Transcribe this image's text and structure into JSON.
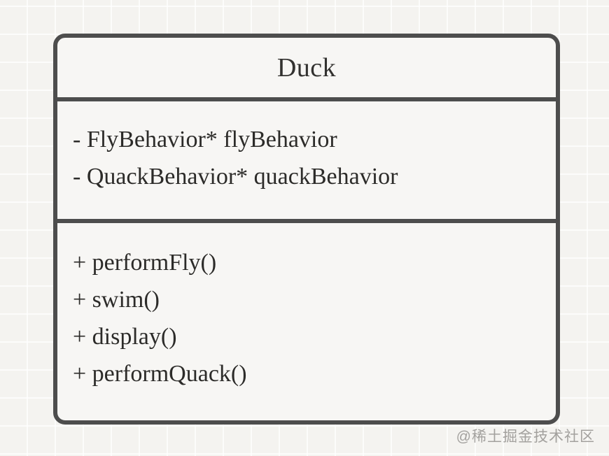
{
  "diagram": {
    "type": "uml-class",
    "class_name": "Duck",
    "attributes": [
      "- FlyBehavior* flyBehavior",
      "- QuackBehavior* quackBehavior"
    ],
    "methods": [
      "+ performFly()",
      "+ swim()",
      "+ display()",
      "+ performQuack()"
    ]
  },
  "watermark": "@稀土掘金技术社区",
  "colors": {
    "page_background": "#f4f3f0",
    "grid_line": "#fbfaf9",
    "box_background": "#f7f6f4",
    "box_border": "#4d4d4d",
    "text": "#2c2b29",
    "watermark_text": "#a3a19e"
  }
}
